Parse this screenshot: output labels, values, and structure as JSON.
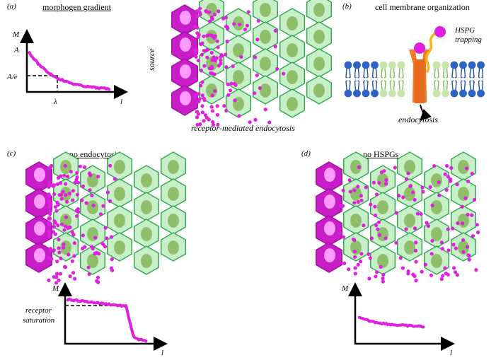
{
  "panels": {
    "a": {
      "label": "(a)",
      "title": "morphogen gradient",
      "graph": {
        "y_axis": "M",
        "x_axis": "l",
        "y_tick_top": "A",
        "y_tick_mid": "A/e",
        "x_tick": "λ"
      },
      "tissue_side_label": "source",
      "tissue_caption": "receptor-mediated endocytosis"
    },
    "b": {
      "label": "(b)",
      "title": "cell membrane organization",
      "trap_label_line1": "HSPG",
      "trap_label_line2": "trapping",
      "endocytosis_label": "endocytosis"
    },
    "c": {
      "label": "(c)",
      "title": "no endocytosis",
      "graph": {
        "y_axis": "M",
        "x_axis": "l",
        "annotation_line1": "receptor",
        "annotation_line2": "saturation"
      }
    },
    "d": {
      "label": "(d)",
      "title": "no HSPGs",
      "graph": {
        "y_axis": "M",
        "x_axis": "l"
      }
    }
  },
  "colors": {
    "morphogen": "#e020e0",
    "source_cell": "#c81ec8",
    "cell_fill": "#c8f0c8",
    "cell_stroke": "#2aa84a",
    "nucleus": "#8fbf6a",
    "lipid_head": "#2f62c4",
    "receptor": "#f07a2a",
    "hspg": "#f2b81c"
  }
}
